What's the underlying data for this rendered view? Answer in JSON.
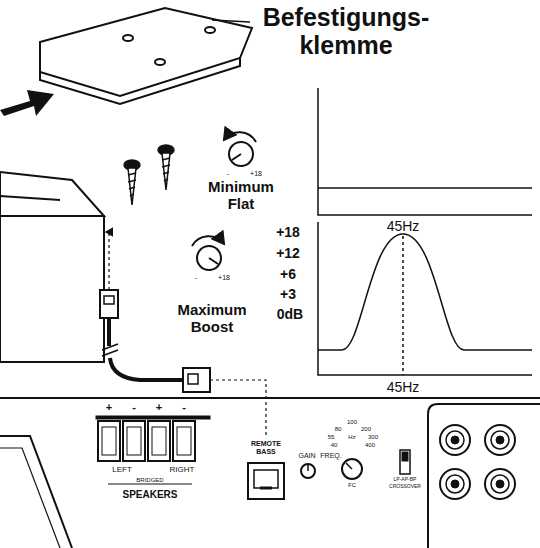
{
  "diagram": {
    "labels": [
      "Befestigungs- klemme",
      "-",
      "+18",
      "Minimum Flat",
      "45Hz",
      "+18",
      "+12",
      "+6",
      "+3",
      "0dB",
      "-",
      "+18",
      "Maximum Boost",
      "45Hz",
      "+",
      "-",
      "+",
      "-",
      "LEFT",
      "BRIDGED",
      "RIGHT",
      "SPEAKERS",
      "REMOTE BASS",
      "GAIN",
      "FREQ.",
      "100",
      "80",
      "200",
      "55",
      "Hz",
      "300",
      "40",
      "400",
      "FC",
      "LP-AP-BP",
      "CROSSOVER"
    ]
  }
}
